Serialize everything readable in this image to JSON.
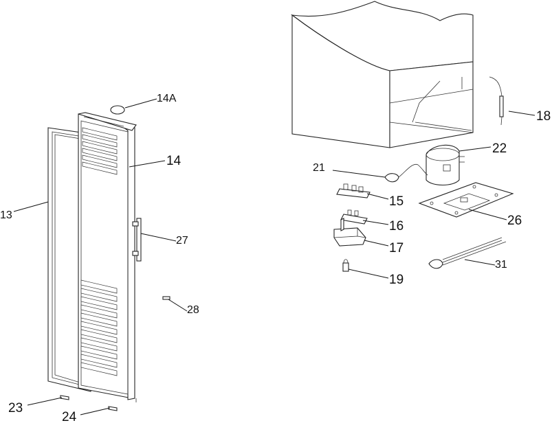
{
  "labels": {
    "p13": "13",
    "p14": "14",
    "p14a": "14A",
    "p15": "15",
    "p16": "16",
    "p17": "17",
    "p18": "18",
    "p19": "19",
    "p21": "21",
    "p22": "22",
    "p23": "23",
    "p24": "24",
    "p26": "26",
    "p27": "27",
    "p28": "28",
    "p31": "31"
  }
}
